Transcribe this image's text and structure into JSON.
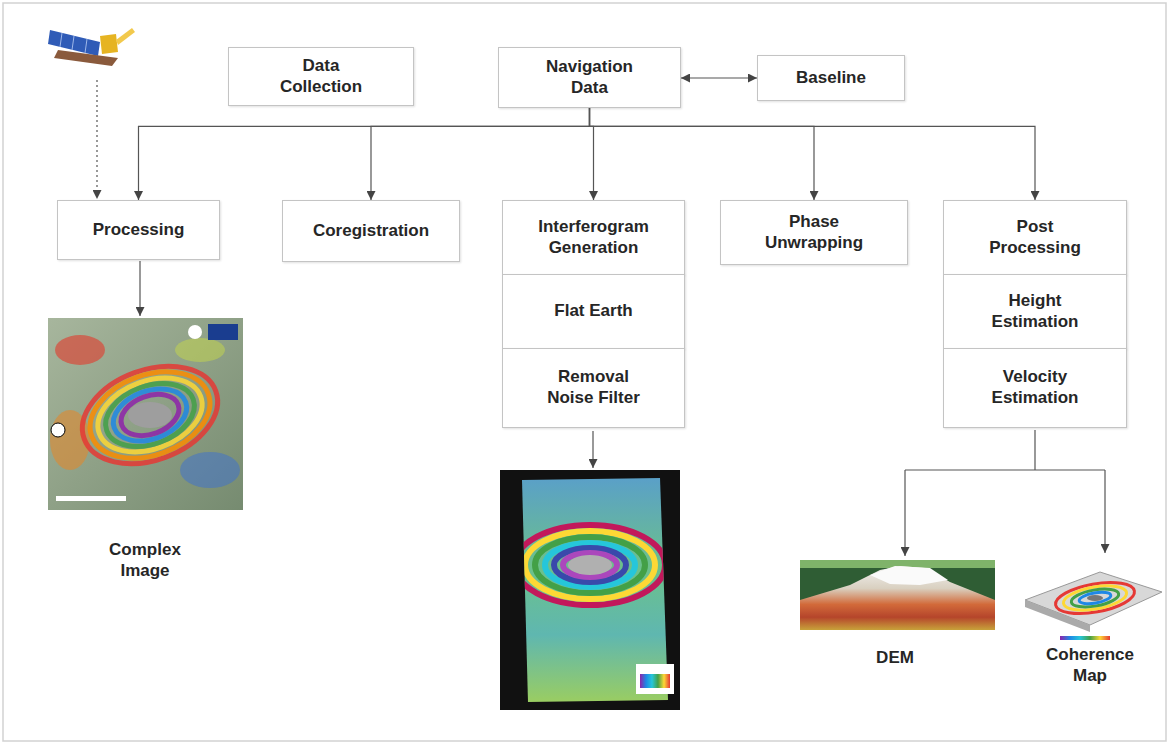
{
  "diagram": {
    "nodes": [
      {
        "text": [
          "Data Collection"
        ]
      },
      {
        "text": [
          "Navigation Data"
        ]
      },
      {
        "text": [
          "Baseline"
        ]
      },
      {
        "text": [
          "Processing"
        ]
      },
      {
        "text": [
          "Coregistration"
        ]
      },
      {
        "text": [
          "Interferogram Generation"
        ]
      },
      {
        "text": [
          "Flat Earth"
        ]
      },
      {
        "text": [
          "Removal Noise Filter"
        ]
      },
      {
        "text": [
          "Phase Unwrapping"
        ]
      },
      {
        "text": [
          "Post Processing"
        ]
      },
      {
        "text": [
          "Height Estimation"
        ]
      },
      {
        "text": [
          "Velocity Estimation"
        ]
      }
    ],
    "edges": [
      {
        "from": 1,
        "to": 2,
        "arrow": "both"
      },
      {
        "from": 1,
        "to": 3,
        "arrow": "to"
      },
      {
        "from": 1,
        "to": 4,
        "arrow": "to"
      },
      {
        "from": 1,
        "to": 5,
        "arrow": "to"
      },
      {
        "from": 1,
        "to": 8,
        "arrow": "to"
      },
      {
        "from": 1,
        "to": 9,
        "arrow": "to"
      }
    ],
    "labels": [
      "Complex Image",
      "DEM",
      "Coherence Map"
    ]
  }
}
